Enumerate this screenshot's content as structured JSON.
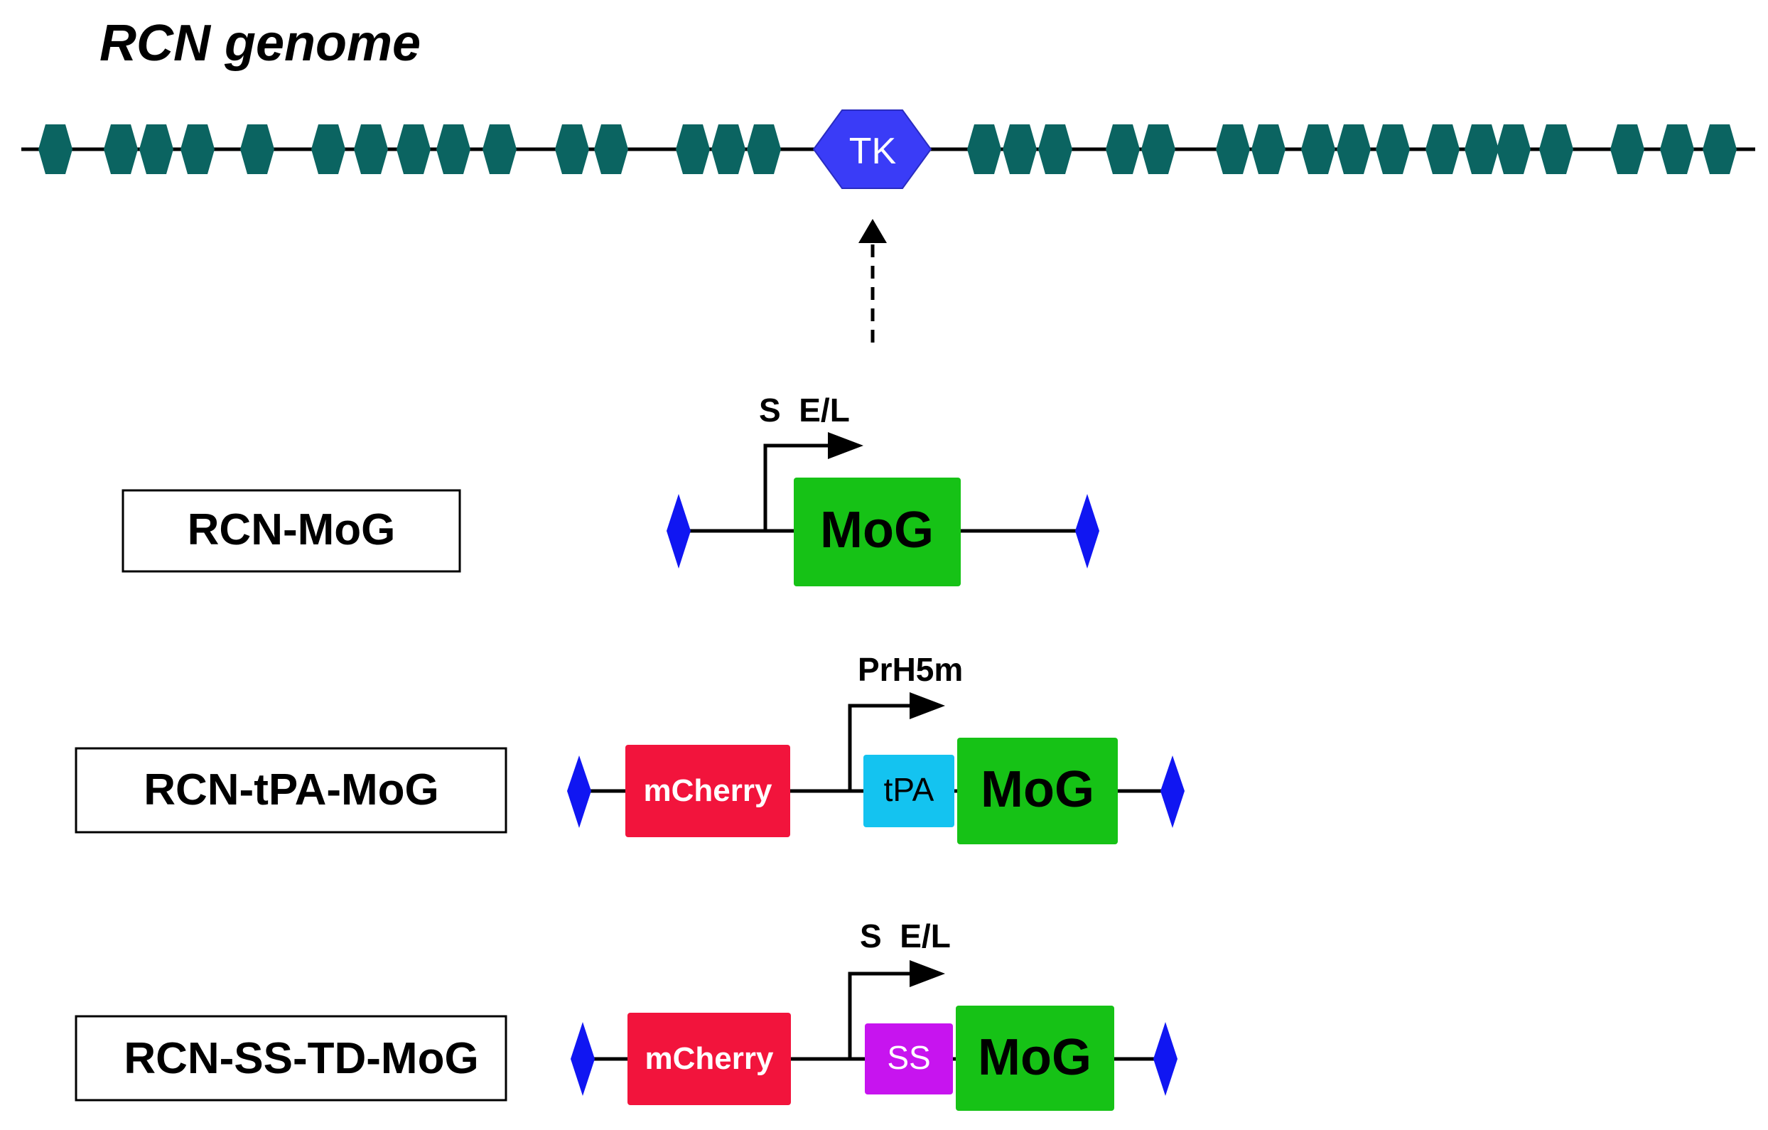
{
  "title": "RCN genome",
  "genome": {
    "tk_label": "TK"
  },
  "constructs": [
    {
      "name": "RCN-MoG",
      "promoter": "S  E/L",
      "elements": {
        "gene": "MoG"
      }
    },
    {
      "name": "RCN-tPA-MoG",
      "promoter": "PrH5m",
      "elements": {
        "reporter": "mCherry",
        "signal": "tPA",
        "gene": "MoG"
      }
    },
    {
      "name": "RCN-SS-TD-MoG",
      "promoter": "S  E/L",
      "elements": {
        "reporter": "mCherry",
        "signal": "SS",
        "gene": "MoG"
      }
    }
  ],
  "colors": {
    "genome_hexagon": "#0b6461",
    "tk": "#3a3cf7",
    "flank_diamond": "#1016f2",
    "mog": "#16c216",
    "mcherry": "#f2143c",
    "tpa": "#14c3f0",
    "ss": "#c714ef",
    "line": "#000000"
  }
}
